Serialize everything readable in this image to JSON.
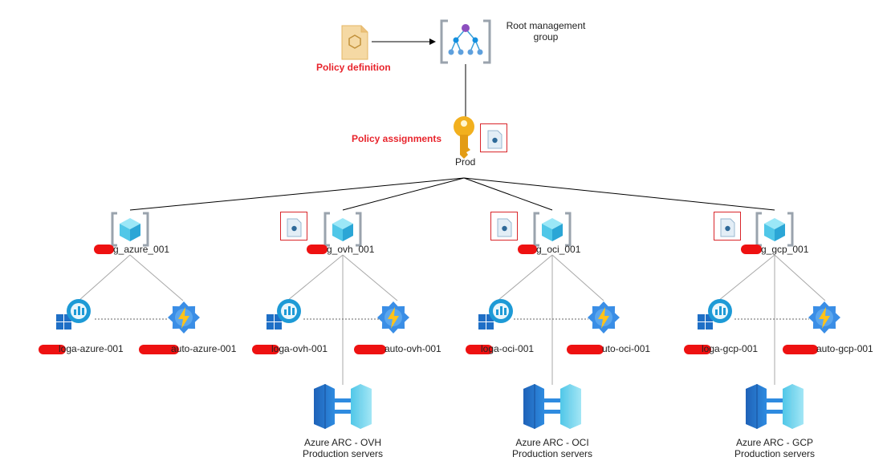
{
  "root": {
    "label_line1": "Root management",
    "label_line2": "group"
  },
  "policy_definition": {
    "label": "Policy definition"
  },
  "policy_assignments": {
    "label": "Policy assignments"
  },
  "prod": {
    "label": "Prod"
  },
  "subscriptions": [
    {
      "name": "g_azure_001",
      "loga": "loga-azure-001",
      "auto": "auto-azure-001"
    },
    {
      "name": "g_ovh_001",
      "loga": "loga-ovh-001",
      "auto": "auto-ovh-001",
      "arc_line1": "Azure ARC - OVH",
      "arc_line2": "Production servers"
    },
    {
      "name": "g_oci_001",
      "loga": "loga-oci-001",
      "auto": "uto-oci-001",
      "arc_line1": "Azure ARC - OCI",
      "arc_line2": "Production servers"
    },
    {
      "name": "g_gcp_001",
      "loga": "loga-gcp-001",
      "auto": "auto-gcp-001",
      "arc_line1": "Azure ARC - GCP",
      "arc_line2": "Production servers"
    }
  ],
  "colors": {
    "accent_red": "#e8242c",
    "redaction": "#ee1111",
    "azure_blue": "#1490df",
    "cube_cyan": "#50c7e8",
    "key_gold": "#f2b01e"
  }
}
